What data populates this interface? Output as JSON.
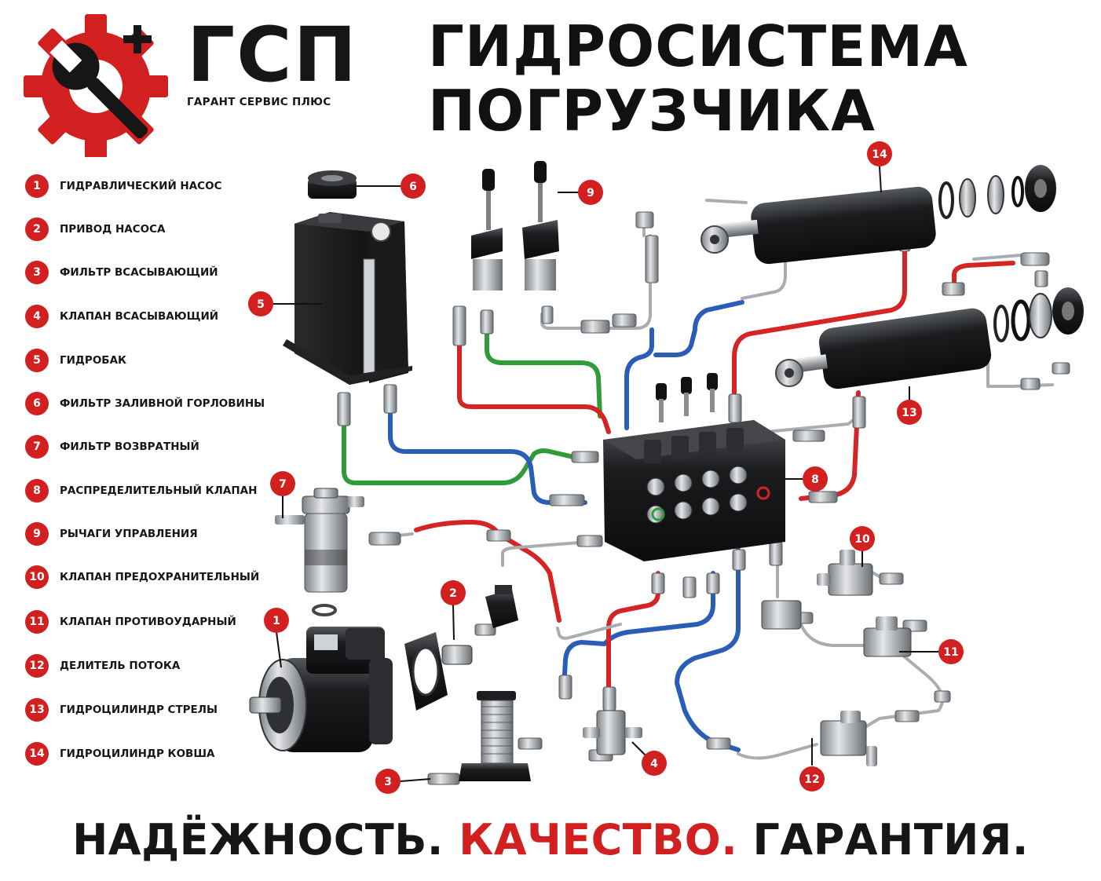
{
  "brand": {
    "name": "ГСП",
    "tagline": "ГАРАНТ СЕРВИС ПЛЮС"
  },
  "title": {
    "line1": "ГИДРОСИСТЕМА",
    "line2": "ПОГРУЗЧИКА"
  },
  "legend": [
    {
      "num": "1",
      "label": "ГИДРАВЛИЧЕСКИЙ НАСОС"
    },
    {
      "num": "2",
      "label": "ПРИВОД НАСОСА"
    },
    {
      "num": "3",
      "label": "ФИЛЬТР ВСАСЫВАЮЩИЙ"
    },
    {
      "num": "4",
      "label": "КЛАПАН ВСАСЫВАЮЩИЙ"
    },
    {
      "num": "5",
      "label": "ГИДРОБАК"
    },
    {
      "num": "6",
      "label": "ФИЛЬТР ЗАЛИВНОЙ ГОРЛОВИНЫ"
    },
    {
      "num": "7",
      "label": "ФИЛЬТР ВОЗВРАТНЫЙ"
    },
    {
      "num": "8",
      "label": "РАСПРЕДЕЛИТЕЛЬНЫЙ КЛАПАН"
    },
    {
      "num": "9",
      "label": "РЫЧАГИ УПРАВЛЕНИЯ"
    },
    {
      "num": "10",
      "label": "КЛАПАН ПРЕДОХРАНИТЕЛЬНЫЙ"
    },
    {
      "num": "11",
      "label": "КЛАПАН ПРОТИВОУДАРНЫЙ"
    },
    {
      "num": "12",
      "label": "ДЕЛИТЕЛЬ ПОТОКА"
    },
    {
      "num": "13",
      "label": "ГИДРОЦИЛИНДР СТРЕЛЫ"
    },
    {
      "num": "14",
      "label": "ГИДРОЦИЛИНДР КОВША"
    }
  ],
  "callouts": [
    "1",
    "2",
    "3",
    "4",
    "5",
    "6",
    "7",
    "8",
    "9",
    "10",
    "11",
    "12",
    "13",
    "14"
  ],
  "slogan": {
    "part1": "НАДЁЖНОСТЬ.",
    "part2": "КАЧЕСТВО.",
    "part3": "ГАРАНТИЯ."
  },
  "colors": {
    "accent_red": "#d21f1f",
    "dark": "#161616",
    "hose_red": "#d42424",
    "hose_blue": "#2a5db5",
    "hose_green": "#2f9c39",
    "metal": "#b9bcc0"
  }
}
